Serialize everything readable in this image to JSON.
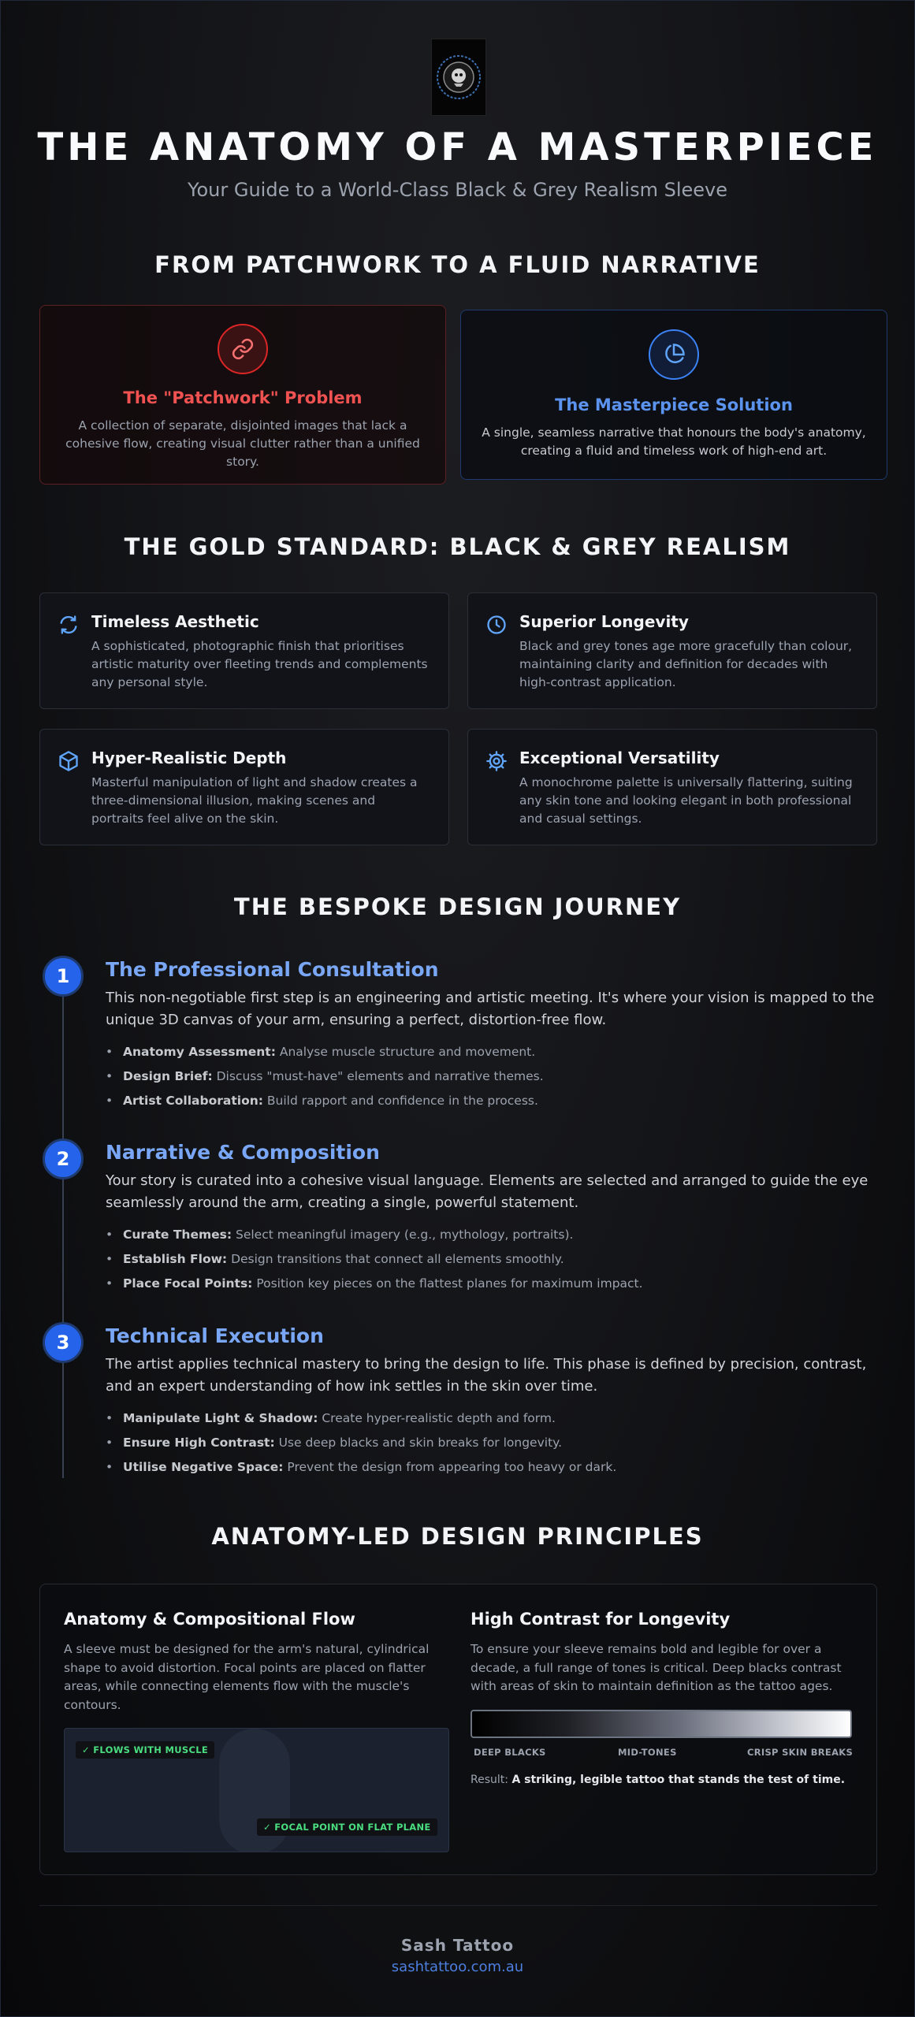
{
  "header": {
    "title": "THE ANATOMY OF A MASTERPIECE",
    "subtitle": "Your Guide to a World-Class Black & Grey Realism Sleeve"
  },
  "section1": {
    "title": "FROM PATCHWORK TO A FLUID NARRATIVE",
    "problem": {
      "icon": "link-icon",
      "title": "The \"Patchwork\" Problem",
      "text": "A collection of separate, disjointed images that lack a cohesive flow, creating visual clutter rather than a unified story."
    },
    "solution": {
      "icon": "pie-chart-icon",
      "title": "The Masterpiece Solution",
      "text": "A single, seamless narrative that honours the body's anatomy, creating a fluid and timeless work of high-end art."
    }
  },
  "section2": {
    "title": "THE GOLD STANDARD: BLACK & GREY REALISM",
    "items": [
      {
        "icon": "refresh-icon",
        "title": "Timeless Aesthetic",
        "text": "A sophisticated, photographic finish that prioritises artistic maturity over fleeting trends and complements any personal style."
      },
      {
        "icon": "clock-icon",
        "title": "Superior Longevity",
        "text": "Black and grey tones age more gracefully than colour, maintaining clarity and definition for decades with high-contrast application."
      },
      {
        "icon": "cube-icon",
        "title": "Hyper-Realistic Depth",
        "text": "Masterful manipulation of light and shadow creates a three-dimensional illusion, making scenes and portraits feel alive on the skin."
      },
      {
        "icon": "gear-icon",
        "title": "Exceptional Versatility",
        "text": "A monochrome palette is universally flattering, suiting any skin tone and looking elegant in both professional and casual settings."
      }
    ]
  },
  "section3": {
    "title": "THE BESPOKE DESIGN JOURNEY",
    "steps": [
      {
        "num": "1",
        "title": "The Professional Consultation",
        "desc": "This non-negotiable first step is an engineering and artistic meeting. It's where your vision is mapped to the unique 3D canvas of your arm, ensuring a perfect, distortion-free flow.",
        "bullets": [
          {
            "label": "Anatomy Assessment:",
            "text": " Analyse muscle structure and movement."
          },
          {
            "label": "Design Brief:",
            "text": " Discuss \"must-have\" elements and narrative themes."
          },
          {
            "label": "Artist Collaboration:",
            "text": " Build rapport and confidence in the process."
          }
        ]
      },
      {
        "num": "2",
        "title": "Narrative & Composition",
        "desc": "Your story is curated into a cohesive visual language. Elements are selected and arranged to guide the eye seamlessly around the arm, creating a single, powerful statement.",
        "bullets": [
          {
            "label": "Curate Themes:",
            "text": " Select meaningful imagery (e.g., mythology, portraits)."
          },
          {
            "label": "Establish Flow:",
            "text": " Design transitions that connect all elements smoothly."
          },
          {
            "label": "Place Focal Points:",
            "text": " Position key pieces on the flattest planes for maximum impact."
          }
        ]
      },
      {
        "num": "3",
        "title": "Technical Execution",
        "desc": "The artist applies technical mastery to bring the design to life. This phase is defined by precision, contrast, and an expert understanding of how ink settles in the skin over time.",
        "bullets": [
          {
            "label": "Manipulate Light & Shadow:",
            "text": " Create hyper-realistic depth and form."
          },
          {
            "label": "Ensure High Contrast:",
            "text": " Use deep blacks and skin breaks for longevity."
          },
          {
            "label": "Utilise Negative Space:",
            "text": " Prevent the design from appearing too heavy or dark."
          }
        ]
      }
    ]
  },
  "section4": {
    "title": "ANATOMY-LED DESIGN PRINCIPLES",
    "left": {
      "title": "Anatomy & Compositional Flow",
      "text": "A sleeve must be designed for the arm's natural, cylindrical shape to avoid distortion. Focal points are placed on flatter areas, while connecting elements flow with the muscle's contours.",
      "tag1": "✓ FLOWS WITH MUSCLE",
      "tag2": "✓ FOCAL POINT ON FLAT PLANE"
    },
    "right": {
      "title": "High Contrast for Longevity",
      "text": "To ensure your sleeve remains bold and legible for over a decade, a full range of tones is critical. Deep blacks contrast with areas of skin to maintain definition as the tattoo ages.",
      "labels": [
        "DEEP BLACKS",
        "MID-TONES",
        "CRISP SKIN BREAKS"
      ],
      "result_label": "Result:",
      "result_text": "A striking, legible tattoo that stands the test of time."
    }
  },
  "footer": {
    "name": "Sash Tattoo",
    "link": "sashtattoo.com.au"
  },
  "colors": {
    "accent_blue": "#2563eb",
    "problem_red": "#f05252",
    "tag_green": "#4ade80"
  }
}
